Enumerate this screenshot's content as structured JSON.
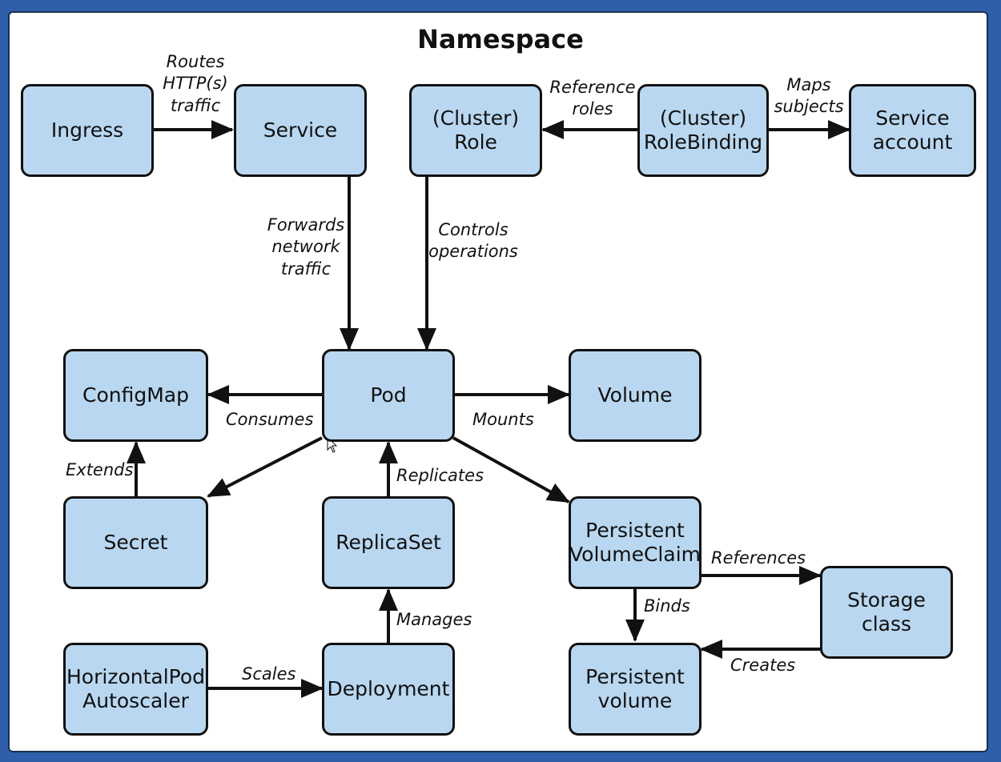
{
  "diagram": {
    "title": "Namespace",
    "nodes": {
      "ingress": "Ingress",
      "service": "Service",
      "cluster_role": "(Cluster)\nRole",
      "cluster_role_binding": "(Cluster)\nRoleBinding",
      "service_account": "Service\naccount",
      "configmap": "ConfigMap",
      "pod": "Pod",
      "volume": "Volume",
      "secret": "Secret",
      "replicaset": "ReplicaSet",
      "pvc": "Persistent\nVolumeClaim",
      "storage_class": "Storage\nclass",
      "hpa": "HorizontalPod\nAutoscaler",
      "deployment": "Deployment",
      "pv": "Persistent\nvolume"
    },
    "edges": {
      "routes": "Routes\nHTTP(s)\ntraffic",
      "reference_roles": "Reference\nroles",
      "maps_subjects": "Maps\nsubjects",
      "forwards": "Forwards\nnetwork\ntraffic",
      "controls": "Controls\noperations",
      "consumes": "Consumes",
      "mounts": "Mounts",
      "extends": "Extends",
      "replicates": "Replicates",
      "references": "References",
      "binds": "Binds",
      "manages": "Manages",
      "scales": "Scales",
      "creates": "Creates"
    }
  },
  "colors": {
    "background": "#2f5fa8",
    "node_fill": "#b9d7f0",
    "stroke": "#111111"
  }
}
